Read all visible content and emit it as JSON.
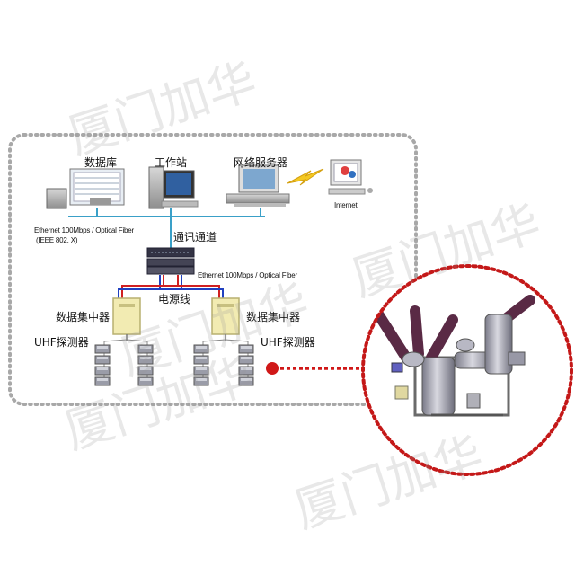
{
  "labels": {
    "database": "数据库",
    "workstation": "工作站",
    "network_server": "网络服务器",
    "internet": "Internet",
    "ethernet_left_1": "Ethernet 100Mbps / Optical Fiber",
    "ethernet_left_2": "(IEEE 802. X)",
    "comm_channel": "通讯通道",
    "ethernet_switch": "Ethernet 100Mbps / Optical Fiber",
    "power_line": "电源线",
    "concentrator_left": "数据集中器",
    "concentrator_right": "数据集中器",
    "uhf_left": "UHF探测器",
    "uhf_right": "UHF探测器"
  },
  "watermarks": [
    "厦门加华",
    "厦门加华",
    "厦门加华",
    "厦门加华",
    "厦门加华"
  ],
  "colors": {
    "border_dots": "#a8a8a8",
    "network_line": "#3aa0c8",
    "power_line_red": "#d02020",
    "power_line_blue": "#2040c0",
    "pointer_red": "#d01818",
    "concentrator_fill": "#f2ebb2",
    "lightning": "#f4c820",
    "gis_purple": "#5a2a45",
    "gis_gray": "#9a9aa6"
  }
}
